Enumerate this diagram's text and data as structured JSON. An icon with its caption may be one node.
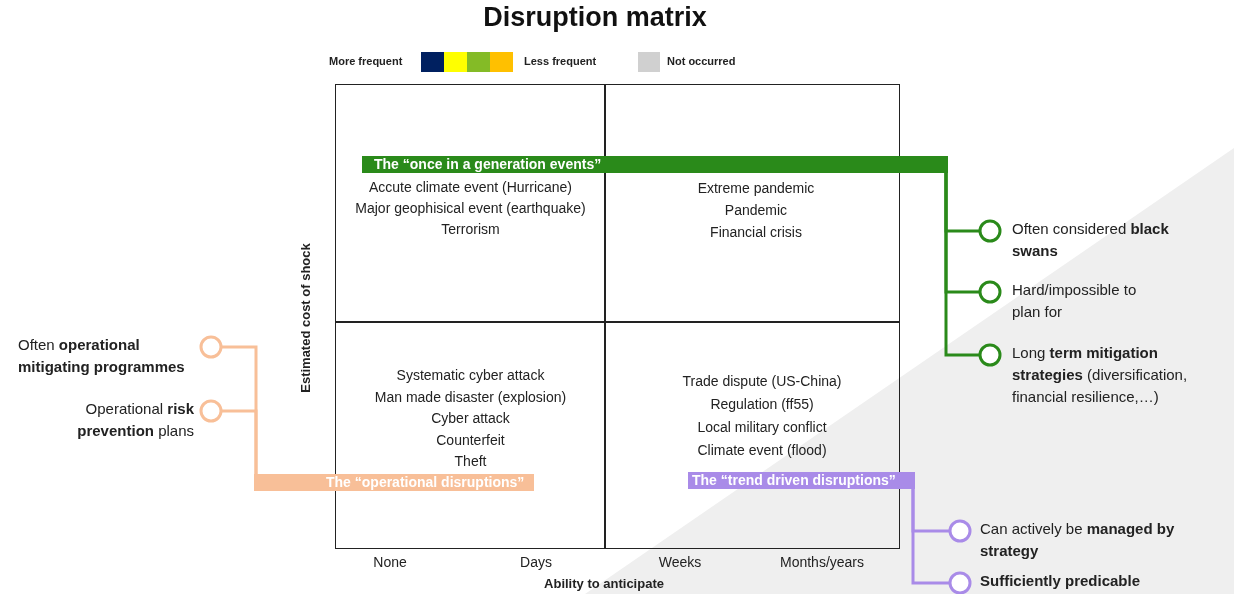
{
  "diagram": {
    "title": "Disruption matrix",
    "nodes": [
      {
        "text": [
          "Accute climate event (Hurricane)",
          "Major geophisical event (earthquake)",
          "Terrorism"
        ]
      },
      {
        "text": [
          "Extreme pandemic",
          "Pandemic",
          "Financial crisis"
        ]
      },
      {
        "text": [
          "Systematic cyber attack",
          "Man made disaster (explosion)",
          "Cyber attack",
          "Counterfeit",
          "Theft"
        ]
      },
      {
        "text": [
          "Trade dispute (US-China)",
          "Regulation (ff55)",
          "Local military conflict",
          "Climate event (flood)"
        ]
      },
      {
        "text": [
          "The “once in a generation events”"
        ]
      },
      {
        "text": [
          "The “operational disruptions”"
        ]
      },
      {
        "text": [
          "The “trend driven disruptions”"
        ]
      },
      {
        "text": [],
        "shape": "circle",
        "beside": [
          "Often considered **black swans**"
        ]
      },
      {
        "text": [],
        "shape": "circle",
        "beside": [
          "Hard/impossible to plan for"
        ]
      },
      {
        "text": [],
        "shape": "circle",
        "beside": [
          "Long **term mitigation strategies** (diversification, financial resilience,…)"
        ]
      },
      {
        "text": [],
        "shape": "circle",
        "beside": [
          "Often **operational mitigating programmes**"
        ]
      },
      {
        "text": [],
        "shape": "circle",
        "beside": [
          "Operational **risk prevention** plans"
        ]
      },
      {
        "text": [],
        "shape": "circle",
        "beside": [
          "Can actively be **managed by strategy**"
        ]
      },
      {
        "text": [],
        "shape": "circle",
        "beside": [
          "Sufficiently predicable"
        ]
      }
    ],
    "edges": [
      {
        "from": 4,
        "to": 7,
        "arrow": "none",
        "color": "#2a8a1a"
      },
      {
        "from": 4,
        "to": 8,
        "arrow": "none",
        "color": "#2a8a1a"
      },
      {
        "from": 4,
        "to": 9,
        "arrow": "none",
        "color": "#2a8a1a"
      },
      {
        "from": 5,
        "to": 10,
        "arrow": "none",
        "color": "#f8bf98"
      },
      {
        "from": 5,
        "to": 11,
        "arrow": "none",
        "color": "#f8bf98"
      },
      {
        "from": 6,
        "to": 12,
        "arrow": "none",
        "color": "#a98be8"
      },
      {
        "from": 6,
        "to": 13,
        "arrow": "none",
        "color": "#a98be8"
      }
    ],
    "labels": [
      "Estimated cost of shock",
      "None",
      "Days",
      "Weeks",
      "Months/years",
      "Ability to anticipate"
    ],
    "legend": [
      {
        "text": "More frequent",
        "color": "#002060"
      },
      {
        "text": "Less frequent",
        "color": "#ffc000"
      },
      {
        "text": "Not occurred",
        "color": "#d0d0d0"
      }
    ]
  }
}
